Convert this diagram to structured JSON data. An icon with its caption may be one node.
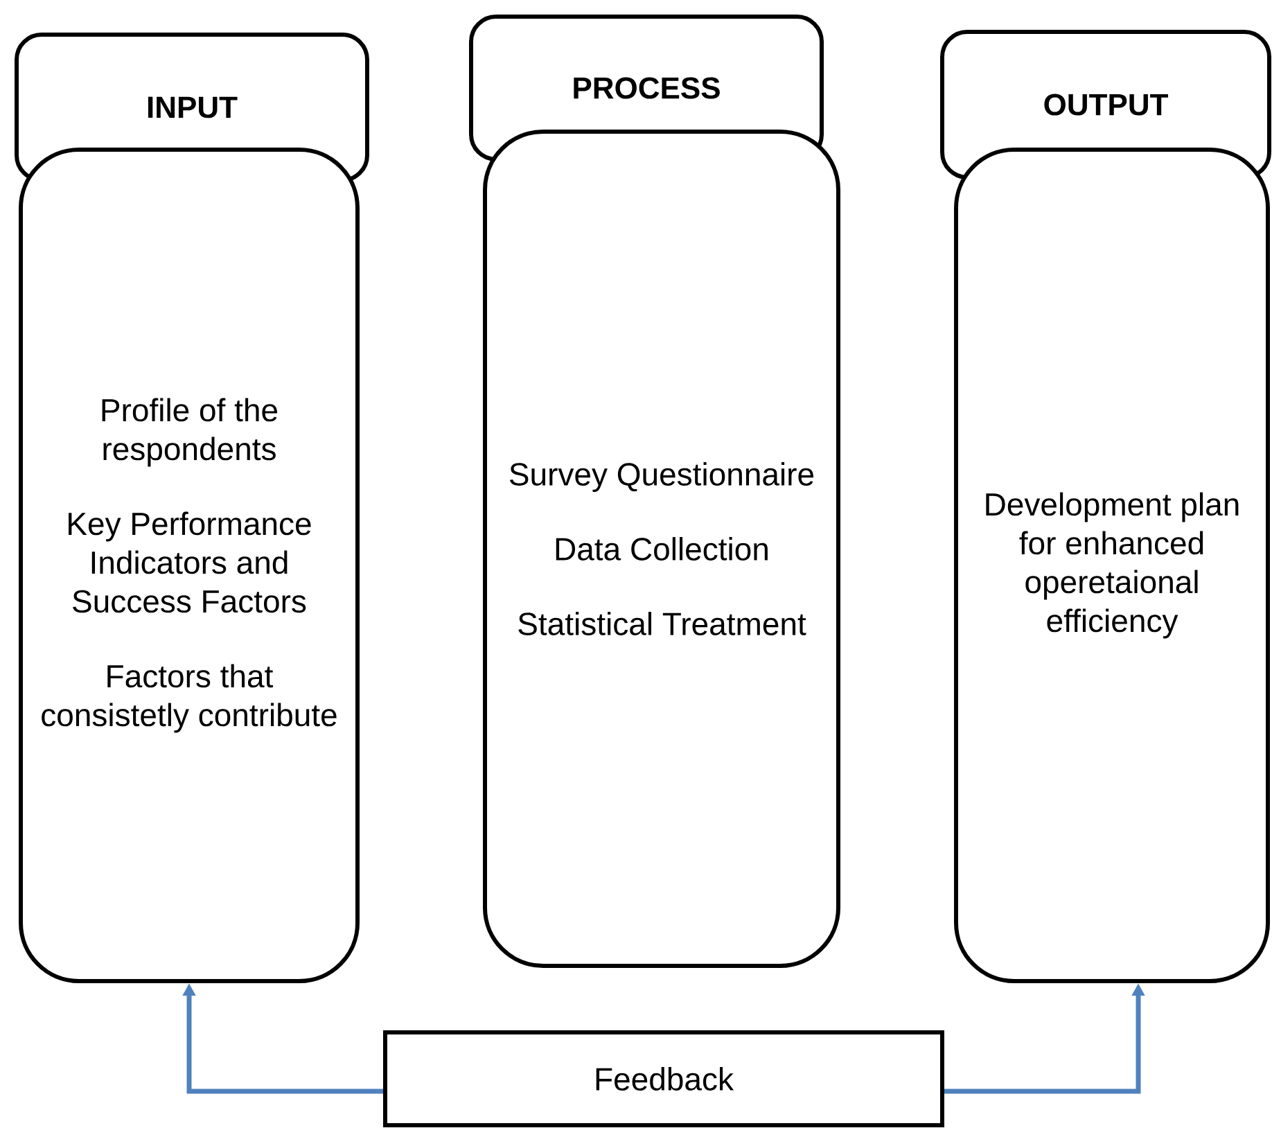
{
  "diagram": {
    "nodes": [
      {
        "text": [
          "INPUT"
        ]
      },
      {
        "text": [
          "Profile of the respondents",
          "Key Performance Indicators and Success Factors",
          "Factors that consistetly contribute"
        ]
      },
      {
        "text": [
          "PROCESS"
        ]
      },
      {
        "text": [
          "Survey Questionnaire",
          "Data Collection",
          "Statistical Treatment"
        ]
      },
      {
        "text": [
          "OUTPUT"
        ]
      },
      {
        "text": [
          "Development plan for enhanced operetaional efficiency"
        ]
      },
      {
        "text": [
          "Feedback"
        ]
      }
    ],
    "edges": [
      {
        "from": 6,
        "to": 1,
        "arrow": "to"
      },
      {
        "from": 6,
        "to": 5,
        "arrow": "to"
      }
    ]
  }
}
